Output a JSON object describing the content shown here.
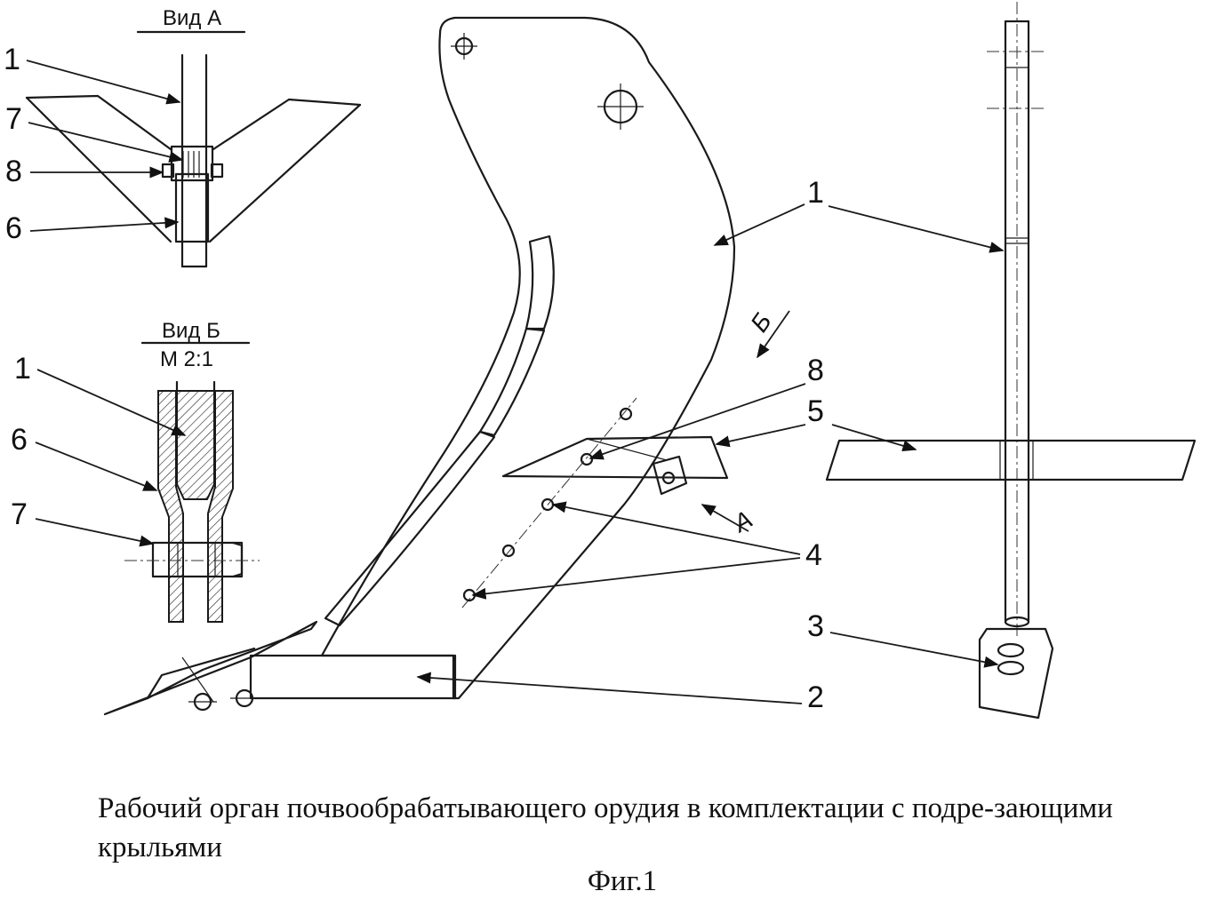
{
  "views": {
    "view_a": "Вид А",
    "view_b": "Вид Б",
    "view_b_scale": "М 2:1"
  },
  "arrows": {
    "a": "А",
    "b": "Б"
  },
  "labels": {
    "va_1": "1",
    "va_7": "7",
    "va_8": "8",
    "va_6": "6",
    "vb_1": "1",
    "vb_6": "6",
    "vb_7": "7",
    "main_1": "1",
    "main_8": "8",
    "main_5": "5",
    "main_4": "4",
    "main_2": "2",
    "main_3": "3"
  },
  "caption": "Рабочий орган почвообрабатывающего орудия в комплектации с подре-зающими крыльями",
  "figure_label": "Фиг.1"
}
